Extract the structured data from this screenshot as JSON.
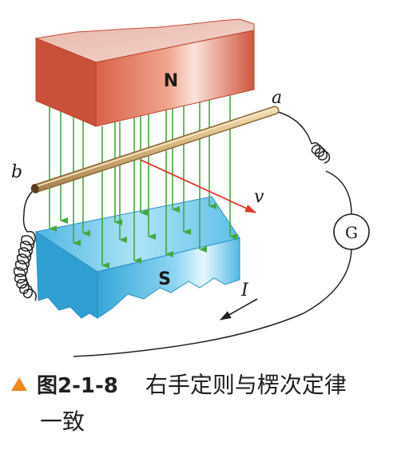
{
  "diagram": {
    "labels": {
      "north_pole": "N",
      "south_pole": "S",
      "end_a": "a",
      "end_b": "b",
      "velocity": "v",
      "galvanometer": "G",
      "current": "I"
    },
    "colors": {
      "magnet_red": "#d9614a",
      "magnet_blue": "#5bc4ea",
      "field_lines": "#44a83a",
      "velocity_arrow": "#e5372c",
      "rod": "#d8b782",
      "wire": "#222222"
    }
  },
  "caption": {
    "marker_icon": "orange-triangle-icon",
    "figure_number": "图2-1-8",
    "title_line1": "右手定则与楞次定律",
    "title_line2": "一致"
  }
}
